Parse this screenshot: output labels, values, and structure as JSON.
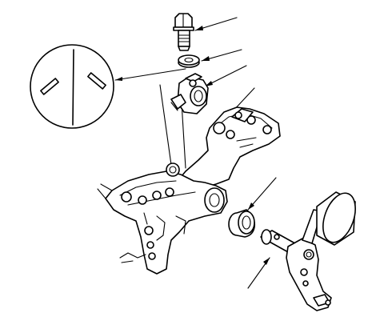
{
  "diagram": {
    "parts": [
      {
        "id": "flange-bolt",
        "icon": "bolt-icon"
      },
      {
        "id": "washer",
        "icon": "washer-icon"
      },
      {
        "id": "mount-bracket",
        "icon": "bracket-icon"
      },
      {
        "id": "oil-seal",
        "icon": "seal-icon"
      },
      {
        "id": "shaft-arm",
        "icon": "arm-icon"
      }
    ],
    "callouts": 6,
    "detail_view": "washer-orientation-detail"
  }
}
